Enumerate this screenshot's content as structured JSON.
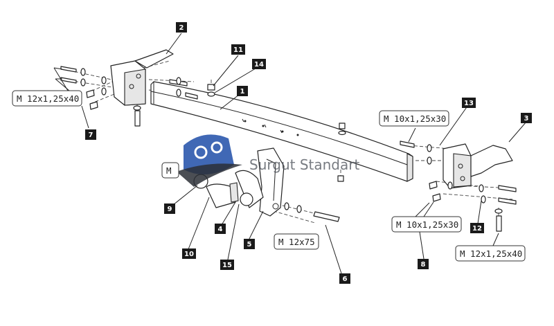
{
  "callouts": [
    "1",
    "2",
    "3",
    "4",
    "5",
    "6",
    "7",
    "8",
    "9",
    "10",
    "11",
    "12",
    "13",
    "14",
    "15"
  ],
  "specs": {
    "bolt_left_top": "M 12x1,25x40",
    "bolt_right_top": "M 10x1,25x30",
    "bolt_right_mid": "M 10x1,25x30",
    "bolt_right_bottom": "M 12x1,25x40",
    "pin": "M 12x75",
    "ball_partial": "M"
  },
  "watermark": {
    "text": "Surgut Standart",
    "colors": {
      "gear": "#1f4ea8",
      "wing": "#2b2f36"
    }
  }
}
